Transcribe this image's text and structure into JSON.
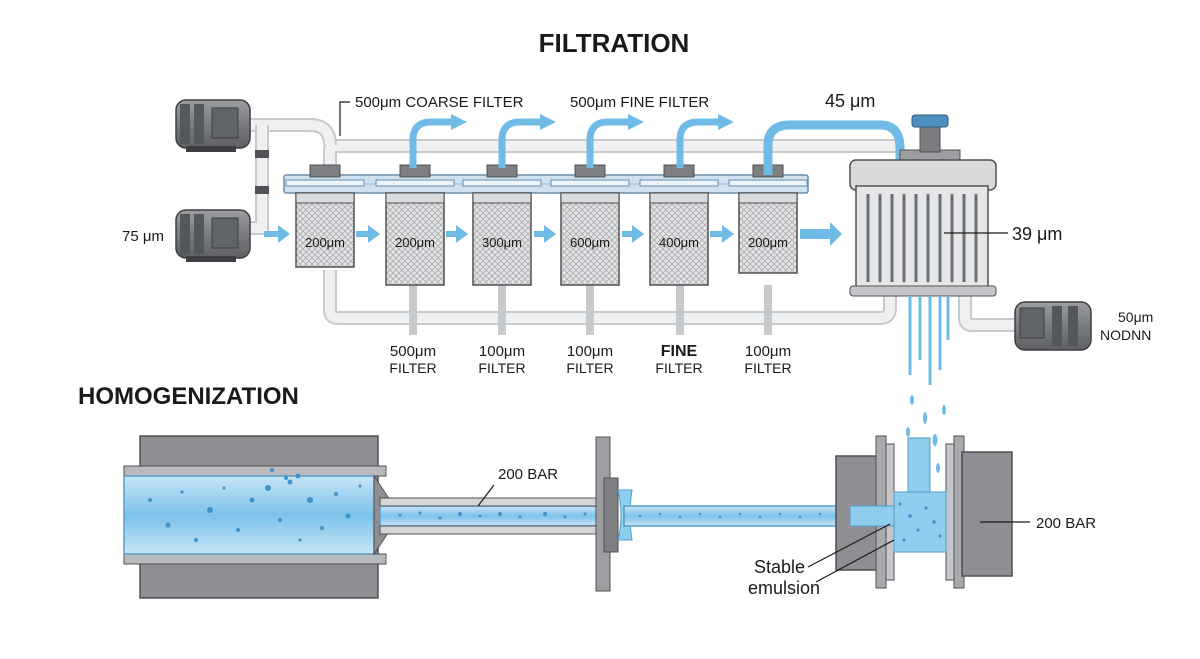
{
  "colors": {
    "water": "#6fbbe6",
    "water_light": "#bfe0f5",
    "metal": "#7d7f82",
    "metal_dark": "#4f5154",
    "pipe": "#e9ecef",
    "manifold": "#cfe2f1"
  },
  "filtration": {
    "title": "FILTRATION",
    "top_labels": {
      "coarse": "500μm COARSE FILTER",
      "fine": "500μm FINE FILTER",
      "final": "45 μm"
    },
    "inlet_label": "75 μm",
    "housing_label": "39 μm",
    "pump_label_1": "50μm",
    "pump_label_2": "NODNN",
    "cartridges": [
      "200μm",
      "200μm",
      "300μm",
      "600μm",
      "400μm",
      "200μm"
    ],
    "bottom_labels": [
      {
        "line1": "500μm",
        "line2": "FILTER",
        "bold": false
      },
      {
        "line1": "100μm",
        "line2": "FILTER",
        "bold": false
      },
      {
        "line1": "100μm",
        "line2": "FILTER",
        "bold": false
      },
      {
        "line1": "FINE",
        "line2": "FILTER",
        "bold": true
      },
      {
        "line1": "100μm",
        "line2": "FILTER",
        "bold": false
      }
    ]
  },
  "homogenization": {
    "title": "HOMOGENIZATION",
    "pressure_label_1": "200 BAR",
    "pressure_label_2": "200 BAR",
    "result_line1": "Stable",
    "result_line2": "emulsion"
  }
}
